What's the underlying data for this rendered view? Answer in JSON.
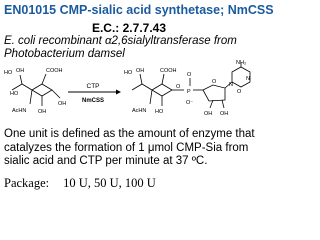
{
  "title": "EN01015  CMP-sialic acid synthetase; NmCSS",
  "ec": "E.C.: 2.7.7.43",
  "description": {
    "italic_lead": "E. coli recombinant α2,6sialyltransferase from",
    "source": "Photobacterium damsel"
  },
  "scheme": {
    "reagent_top": "CTP",
    "reagent_bottom": "NmCSS",
    "sialic_acid_labels": {
      "ho": "HO",
      "oh_top": "OH",
      "ho_ring": "HO",
      "cooh": "COOH",
      "achn": "AcHN",
      "oh_ring": "OH",
      "oh_right": "OH"
    },
    "cmp_labels": {
      "ho": "HO",
      "oh": "OH",
      "achn": "AcHN",
      "ho_lower": "HO",
      "cooh": "COOH",
      "p": "P",
      "o_top": "O",
      "o_minus": "O⁻",
      "o_link": "O",
      "o_sugar": "O",
      "oh_a": "OH",
      "oh_b": "OH",
      "nh2": "NH₂",
      "n1": "N",
      "n2": "N",
      "o_base": "O"
    }
  },
  "unit_definition": "One unit is defined as the amount of enzyme that catalyzes the formation of 1 μmol CMP-Sia from sialic acid and CTP per minute at 37 ºC.",
  "package": {
    "label": "Package:",
    "values": "10 U, 50 U, 100 U"
  },
  "colors": {
    "title": "#1a5a9e"
  }
}
